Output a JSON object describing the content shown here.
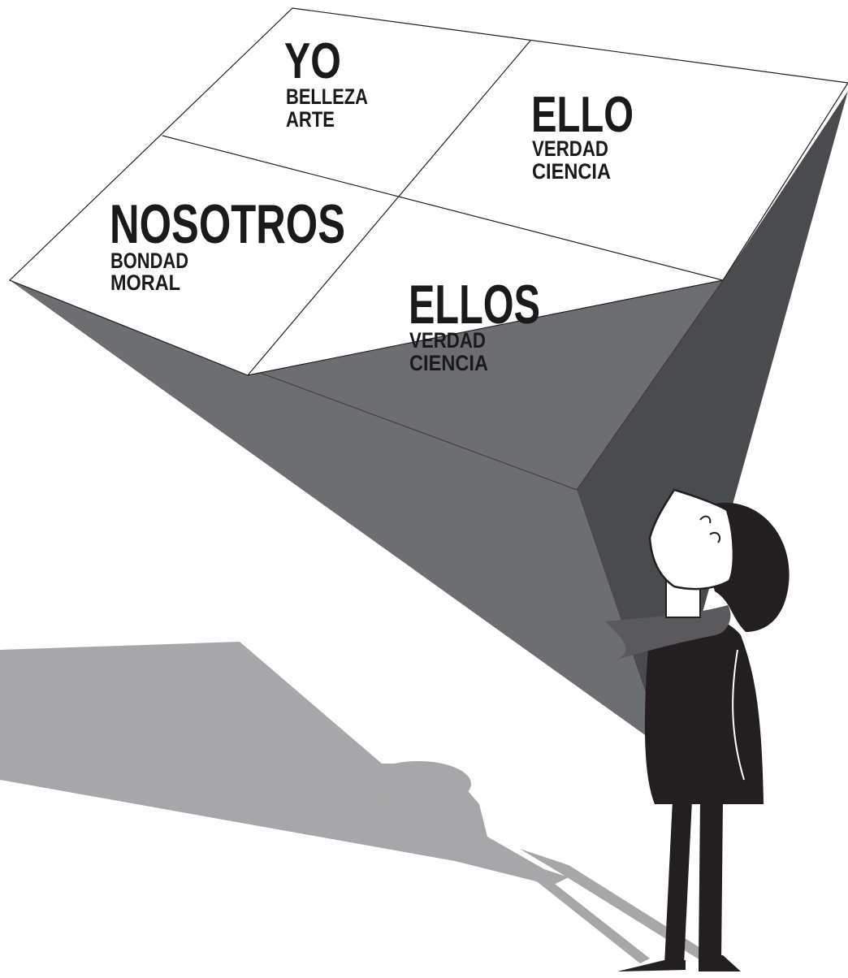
{
  "quadrants": {
    "yo": {
      "title": "YO",
      "line1": "BELLEZA",
      "line2": "ARTE"
    },
    "ello": {
      "title": "ELLO",
      "line1": "VERDAD",
      "line2": "CIENCIA"
    },
    "nosotros": {
      "title": "NOSOTROS",
      "line1": "BONDAD",
      "line2": "MORAL"
    },
    "ellos": {
      "title": "ELLOS",
      "line1": "VERDAD",
      "line2": "CIENCIA"
    }
  },
  "colors": {
    "pyramid_front": "#6d6e71",
    "pyramid_right": "#4a4b4e",
    "shadow": "#a7a7a9",
    "figure": "#231f20"
  }
}
